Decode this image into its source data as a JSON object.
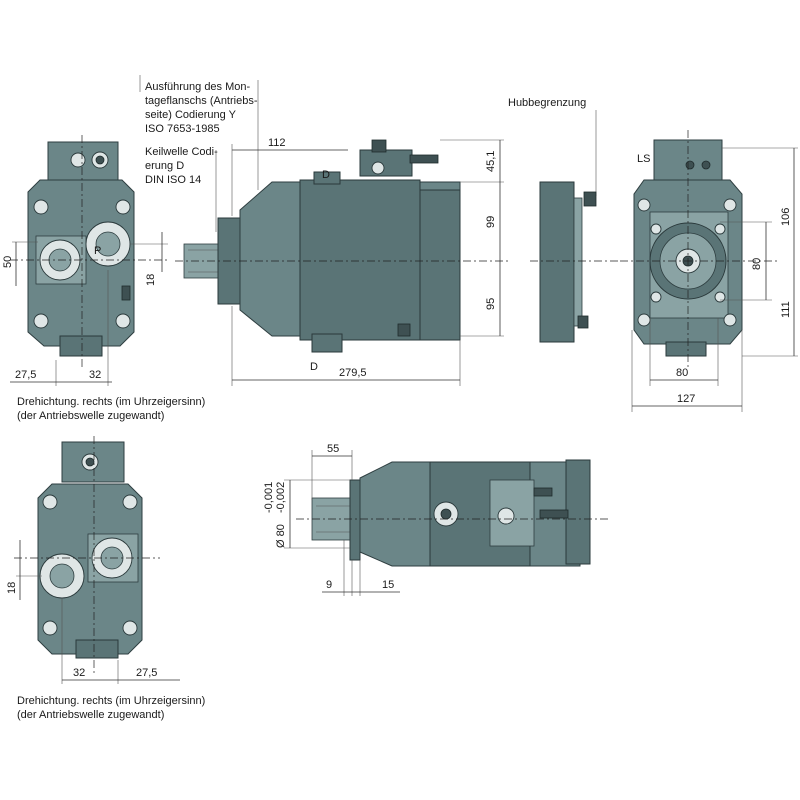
{
  "notes": {
    "flange_line1": "Ausführung des Mon-",
    "flange_line2": "tageflanschs (Antriebs-",
    "flange_line3": "seite) Codierung Y",
    "flange_line4": "ISO 7653-1985",
    "shaft_line1": "Keilwelle Codi-",
    "shaft_line2": "erung D",
    "shaft_line3": "DIN ISO 14",
    "stroke_limit": "Hubbegrenzung",
    "port_ls": "LS",
    "port_p": "P",
    "rotation_top_line1": "Drehichtung. rechts (im Uhrzeigersinn)",
    "rotation_top_line2": "(der Antriebswelle zugewandt)",
    "rotation_bottom_line1": "Drehichtung. rechts (im Uhrzeigersinn)",
    "rotation_bottom_line2": "(der Antriebswelle zugewandt)"
  },
  "dimensions": {
    "d_50": "50",
    "d_18_top": "18",
    "d_27_5_top": "27,5",
    "d_32_top": "32",
    "d_112": "112",
    "d_D_top": "D",
    "d_D_bottom": "D",
    "d_45_1": "45,1",
    "d_99": "99",
    "d_95": "95",
    "d_279_5": "279,5",
    "d_106": "106",
    "d_80_v": "80",
    "d_111": "111",
    "d_80_h": "80",
    "d_127": "127",
    "d_55": "55",
    "d_tol_1": "-0,001",
    "d_tol_2": "-0,002",
    "d_dia_80": "Ø 80",
    "d_9": "9",
    "d_15": "15",
    "d_18_bottom": "18",
    "d_32_bottom": "32",
    "d_27_5_bottom": "27,5"
  },
  "colors": {
    "housing": "#6b8688",
    "housing_dark": "#5a7476",
    "housing_light": "#8aa3a4"
  }
}
